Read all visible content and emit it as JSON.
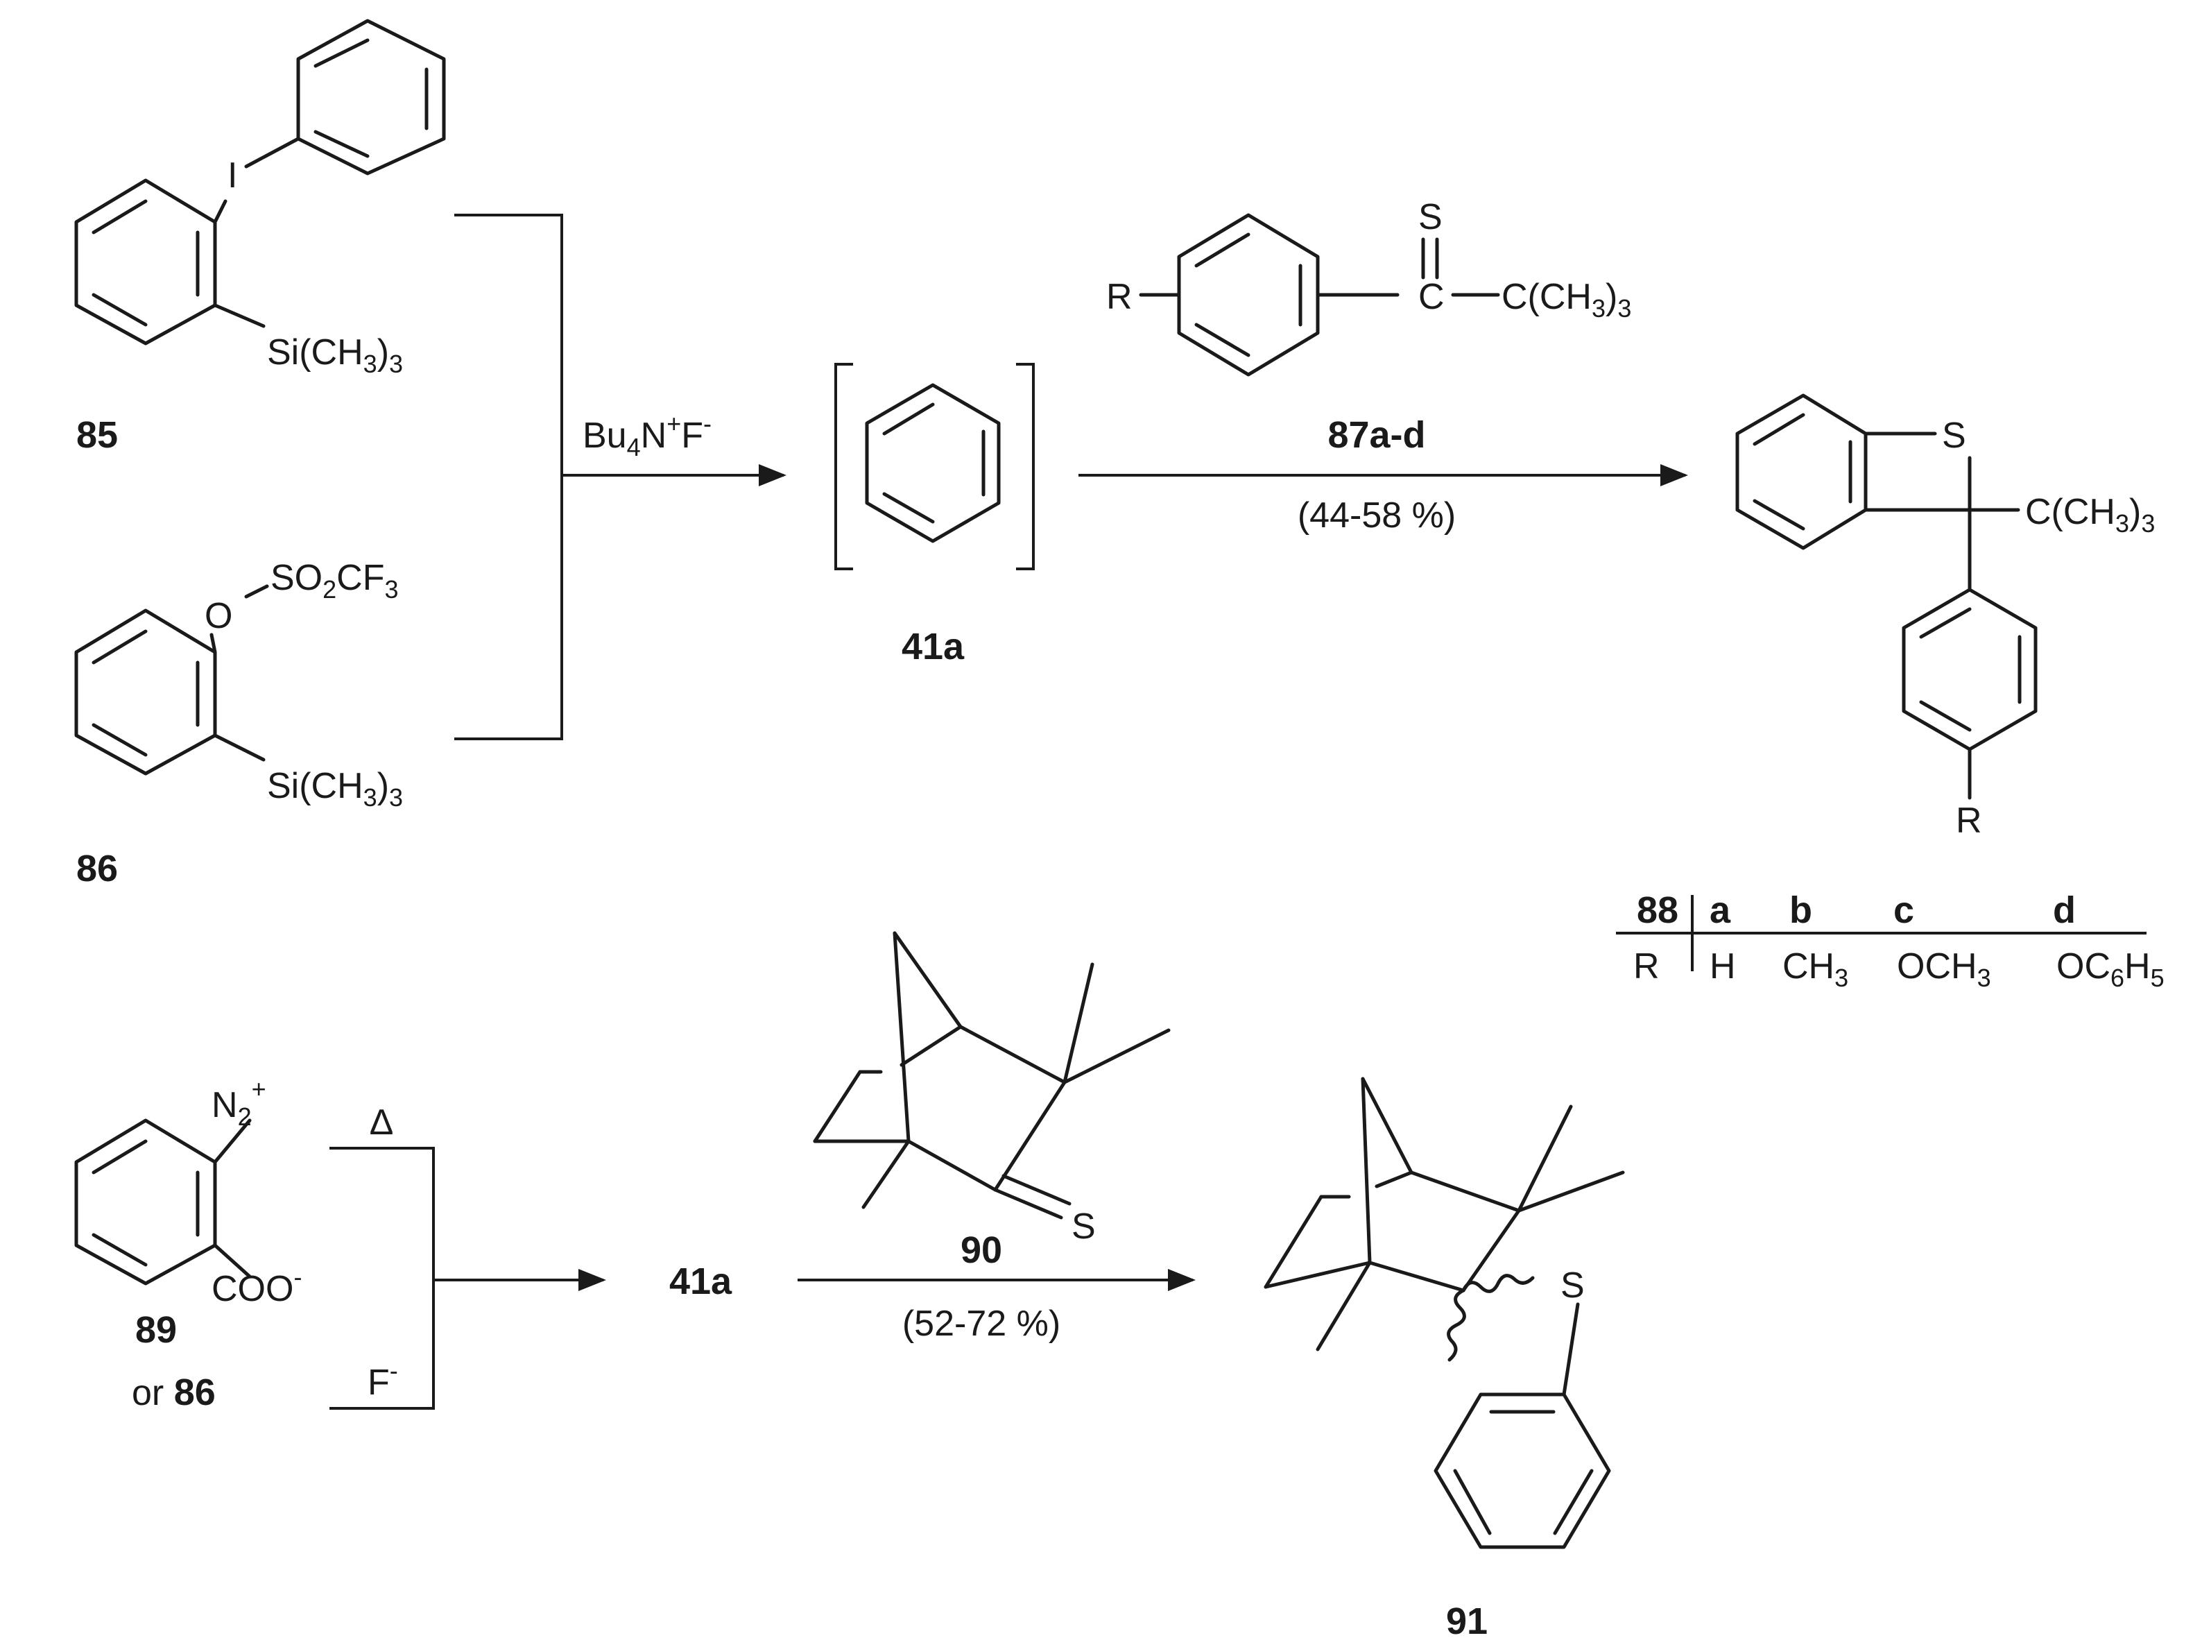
{
  "colors": {
    "ink": "#1a1a1a",
    "background": "#ffffff"
  },
  "compounds": {
    "c85": {
      "label": "85",
      "iodine": "I",
      "silyl": "Si(CH",
      "silyl_sub": "3",
      "silyl_close": ")",
      "silyl_sub2": "3"
    },
    "c86": {
      "label": "86",
      "oxygen": "O",
      "triflyl": "SO",
      "triflyl_sub1": "2",
      "triflyl_mid": "CF",
      "triflyl_sub2": "3",
      "silyl": "Si(CH",
      "silyl_sub": "3",
      "silyl_close": ")",
      "silyl_sub2": "3"
    },
    "c41a": {
      "label": "41a",
      "label_bottom": "41a"
    },
    "c87": {
      "r": "R",
      "thio_s": "S",
      "thio_c": "C",
      "tbu": "C(CH",
      "tbu_sub": "3",
      "tbu_close": ")",
      "tbu_sub2": "3"
    },
    "c88": {
      "s": "S",
      "tbu": "C(CH",
      "tbu_sub": "3",
      "tbu_close": ")",
      "tbu_sub2": "3",
      "r": "R"
    },
    "c89": {
      "label": "89",
      "or_text": "or ",
      "or_ref": "86",
      "diazo": "N",
      "diazo_sub": "2",
      "diazo_sup": "+",
      "carboxy": "COO",
      "carboxy_sup": "-"
    },
    "c90": {
      "label": "90",
      "s": "S"
    },
    "c91": {
      "label": "91",
      "s": "S"
    }
  },
  "reagents": {
    "fluoride_top": {
      "text": "Bu",
      "sub": "4",
      "mid": "N",
      "sup": "+",
      "tail": "F",
      "sup2": "-"
    },
    "step2": {
      "reagent": "87a-d",
      "yield": "(44-58 %)"
    },
    "heat": "Δ",
    "fluoride_bottom": {
      "text": "F",
      "sup": "-"
    },
    "step4": {
      "reagent": "90",
      "yield": "(52-72 %)"
    }
  },
  "table88": {
    "header": [
      "88",
      "a",
      "b",
      "c",
      "d"
    ],
    "row_label": "R",
    "values": [
      "H",
      "CH",
      "OCH",
      "OC"
    ],
    "subs": [
      "",
      "3",
      "3",
      "6"
    ],
    "tails": [
      "",
      "",
      "",
      "H"
    ],
    "tail_subs": [
      "",
      "",
      "",
      "5"
    ]
  }
}
